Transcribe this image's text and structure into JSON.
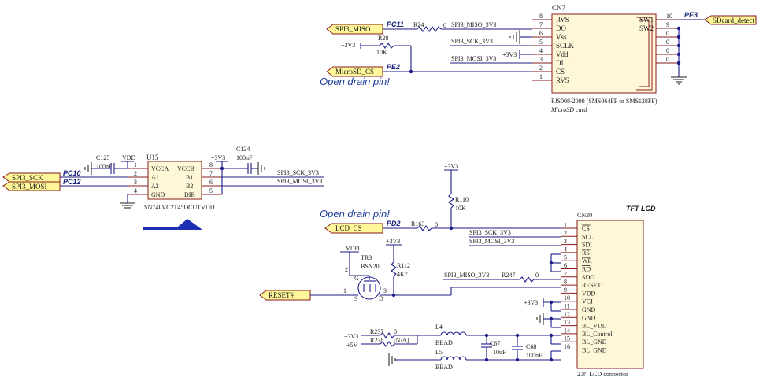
{
  "microsd": {
    "ref": "CN7",
    "part": "PJS008-2000 (SMS064FF or SMS128FF)",
    "desc": "MicroSD card",
    "pins_left": [
      {
        "num": "8",
        "name": "RVS"
      },
      {
        "num": "7",
        "name": "DO"
      },
      {
        "num": "6",
        "name": "Vss"
      },
      {
        "num": "5",
        "name": "SCLK"
      },
      {
        "num": "4",
        "name": "Vdd"
      },
      {
        "num": "3",
        "name": "DI"
      },
      {
        "num": "2",
        "name": "CS"
      },
      {
        "num": "1",
        "name": "RVS"
      }
    ],
    "pins_right": [
      {
        "num": "10",
        "name": "SW1"
      },
      {
        "num": "9",
        "name": "SW2"
      },
      {
        "num": "0",
        "name": ""
      },
      {
        "num": "0",
        "name": ""
      },
      {
        "num": "0",
        "name": ""
      },
      {
        "num": "0",
        "name": ""
      }
    ],
    "port_miso": "SPI3_MISO",
    "port_cs": "MicroSD_CS",
    "port_detect": "SDcard_detect",
    "net_pc11": "PC11",
    "net_pe2": "PE2",
    "net_pe3": "PE3",
    "r24_ref": "R24",
    "r24_val": "0",
    "r28_ref": "R28",
    "r28_val": "10K",
    "pwr_r28": "+3V3",
    "pwr_vdd": "+3V3",
    "sig_miso": "SPI3_MISO_3V3",
    "sig_sck": "SPI3_SCK_3V3",
    "sig_mosi": "SPI3_MOSI_3V3",
    "note": "Open drain pin!"
  },
  "translator": {
    "ref": "U15",
    "part": "SN74LVC2T45DCUTVDD",
    "pins_left": [
      {
        "num": "1",
        "name": "VCCA"
      },
      {
        "num": "2",
        "name": "A1"
      },
      {
        "num": "3",
        "name": "A2"
      },
      {
        "num": "4",
        "name": "GND"
      }
    ],
    "pins_right": [
      {
        "num": "8",
        "name": "VCCB"
      },
      {
        "num": "7",
        "name": "B1"
      },
      {
        "num": "6",
        "name": "B2"
      },
      {
        "num": "5",
        "name": "DIR"
      }
    ],
    "c125_ref": "C125",
    "c125_val": "100nF",
    "c124_ref": "C124",
    "c124_val": "100nF",
    "vdd": "VDD",
    "pwr_b": "+3V3",
    "port_sck": "SPI3_SCK",
    "port_mosi": "SPI3_MOSI",
    "net_pc10": "PC10",
    "net_pc12": "PC12",
    "out_sck": "SPI3_SCK_3V3",
    "out_mosi": "SPI3_MOSI_3V3"
  },
  "lcd": {
    "ref": "CN20",
    "title": "TFT LCD",
    "desc": "2.8\" LCD connector",
    "pins": [
      {
        "num": "1",
        "name": "CS",
        "bar": true
      },
      {
        "num": "2",
        "name": "SCL",
        "bar": false
      },
      {
        "num": "3",
        "name": "SDI",
        "bar": false
      },
      {
        "num": "4",
        "name": "RS",
        "bar": true
      },
      {
        "num": "5",
        "name": "WR",
        "bar": true
      },
      {
        "num": "6",
        "name": "RD",
        "bar": true
      },
      {
        "num": "7",
        "name": "SDO",
        "bar": false
      },
      {
        "num": "8",
        "name": "RESET",
        "bar": false
      },
      {
        "num": "9",
        "name": "VDD",
        "bar": false
      },
      {
        "num": "10",
        "name": "VCI",
        "bar": false
      },
      {
        "num": "11",
        "name": "GND",
        "bar": false
      },
      {
        "num": "12",
        "name": "GND",
        "bar": false
      },
      {
        "num": "13",
        "name": "BL_VDD",
        "bar": false
      },
      {
        "num": "14",
        "name": "BL_Control",
        "bar": false
      },
      {
        "num": "15",
        "name": "BL_GND",
        "bar": false
      },
      {
        "num": "16",
        "name": "BL_GND",
        "bar": false
      }
    ],
    "pwr_3v3_top": "+3V3",
    "r110_ref": "R110",
    "r110_val": "10K",
    "note": "Open drain pin!",
    "port_cs": "LCD_CS",
    "net_pd2": "PD2",
    "r163_ref": "R163",
    "r163_val": "0",
    "sig_sck": "SPI3_SCK_3V3",
    "sig_mosi": "SPI3_MOSI_3V3",
    "sig_miso": "SPI3_MISO_3V3",
    "r247_ref": "R247",
    "r247_val": "0",
    "vdd_pwr": "+3V3",
    "tr3_ref": "TR3",
    "tr3_part": "BSN20",
    "tr3_vdd": "VDD",
    "tr3_g": "G",
    "tr3_s": "S",
    "tr3_d": "D",
    "tr3_pin1": "1",
    "tr3_pin2": "2",
    "tr3_pin3": "3",
    "r112_pwr": "+3V3",
    "r112_ref": "R112",
    "r112_val": "4K7",
    "port_reset": "RESET#",
    "bl_3v3": "+3V3",
    "bl_5v": "+5V",
    "r237_ref": "R237",
    "r237_val": "0",
    "r238_ref": "R238",
    "r238_val": "[N/A]",
    "l4_ref": "L4",
    "l4_val": "BEAD",
    "l5_ref": "L5",
    "l5_val": "BEAD",
    "c67_ref": "C67",
    "c67_val": "10uF",
    "c68_ref": "C68",
    "c68_val": "100nF"
  }
}
